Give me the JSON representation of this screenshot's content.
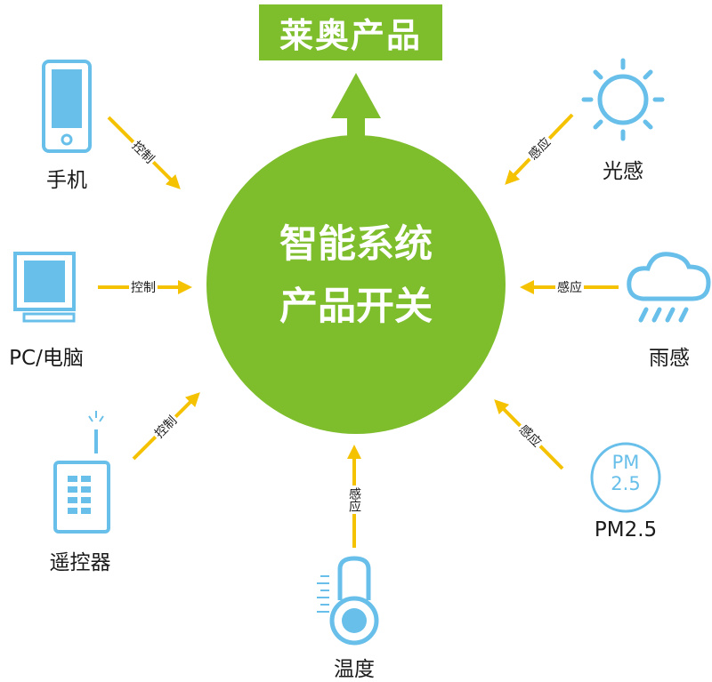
{
  "title": "莱奥产品",
  "hub": {
    "line1": "智能系统",
    "line2": "产品开关"
  },
  "colors": {
    "green": "#7ebd2c",
    "blue": "#68bfea",
    "arrow": "#f5c200"
  },
  "nodes": {
    "phone": "手机",
    "pc": "PC/电脑",
    "remote": "遥控器",
    "temperature": "温度",
    "light": "光感",
    "rain": "雨感",
    "pm": "PM2.5"
  },
  "pm_icon": {
    "line1": "PM",
    "line2": "2.5"
  },
  "edges": {
    "phone": "控制",
    "pc": "控制",
    "remote": "控制",
    "temperature": "感应",
    "light": "感应",
    "rain": "感应",
    "pm": "感应"
  }
}
